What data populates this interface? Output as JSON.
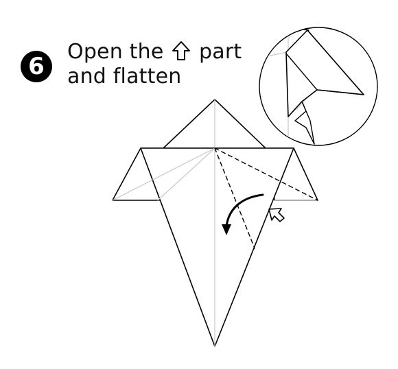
{
  "step": {
    "number": "6"
  },
  "instruction": {
    "line1_before": "Open the",
    "line1_after": "part",
    "line2": "and flatten",
    "inline_icon": "hollow-up-arrow-icon"
  },
  "colors": {
    "ink": "#000000",
    "crease": "#c8c8c8",
    "paper": "#ffffff"
  },
  "icons": {
    "push_arrow": "hollow-push-arrow-icon",
    "fold_arrow": "curved-fold-arrow-icon"
  }
}
